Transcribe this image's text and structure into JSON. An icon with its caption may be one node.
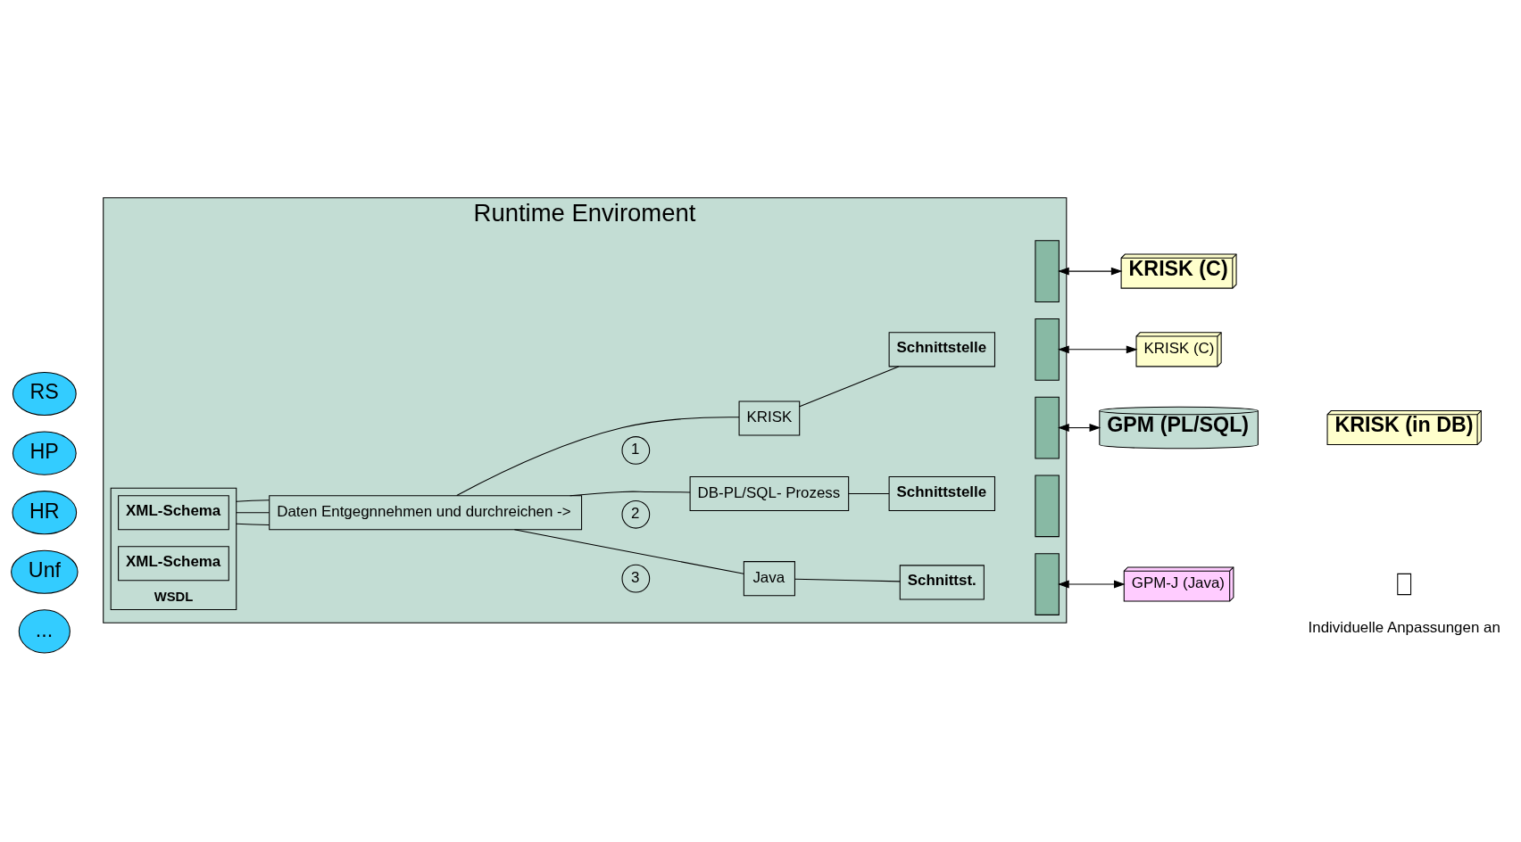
{
  "diagram": {
    "nodes": [
      {
        "text": [
          "Runtime Enviroment"
        ]
      },
      {
        "text": [
          "WSDL"
        ],
        "in": 0
      },
      {
        "text": [
          "XML-Schema"
        ],
        "in": 1
      },
      {
        "text": [
          "XML-Schema"
        ],
        "in": 1
      },
      {
        "text": [
          "RS"
        ]
      },
      {
        "text": [
          "HP"
        ]
      },
      {
        "text": [
          "HR"
        ]
      },
      {
        "text": [
          "Unf"
        ]
      },
      {
        "text": [
          "..."
        ]
      },
      {
        "text": [
          "Daten Entgegnnehmen und durchreichen ->"
        ],
        "in": 0
      },
      {
        "text": [
          "1"
        ],
        "in": 0
      },
      {
        "text": [
          "KRISK"
        ],
        "in": 0
      },
      {
        "text": [
          "2"
        ],
        "in": 0
      },
      {
        "text": [
          "DB-PL/SQL- Prozess"
        ],
        "in": 0
      },
      {
        "text": [
          "3"
        ],
        "in": 0
      },
      {
        "text": [
          "Java"
        ],
        "in": 0
      },
      {
        "text": [
          "Schnittstelle"
        ],
        "in": 0
      },
      {
        "text": [],
        "shape": "box",
        "in": 0
      },
      {
        "text": [],
        "shape": "box",
        "in": 0
      },
      {
        "text": [
          "Schnittstelle"
        ],
        "in": 0
      },
      {
        "text": [],
        "shape": "box",
        "in": 0
      },
      {
        "text": [],
        "shape": "box",
        "in": 0
      },
      {
        "text": [
          "Schnittst."
        ],
        "in": 0
      },
      {
        "text": [],
        "shape": "box",
        "in": 0
      },
      {
        "text": [
          "KRISK (C)"
        ]
      },
      {
        "text": [
          "KRISK (C)"
        ]
      },
      {
        "text": [
          "GPM (PL/SQL)"
        ]
      },
      {
        "text": [
          "KRISK (in DB)"
        ]
      },
      {
        "text": [
          "GPM-J (Java)"
        ]
      }
    ],
    "edges": [
      {
        "from": 1,
        "to": 9,
        "arrow": "none"
      },
      {
        "from": 1,
        "to": 9,
        "arrow": "none"
      },
      {
        "from": 1,
        "to": 9,
        "arrow": "none"
      },
      {
        "from": 9,
        "to": 11,
        "arrow": "none"
      },
      {
        "from": 9,
        "to": 13,
        "arrow": "none"
      },
      {
        "from": 9,
        "to": 15,
        "arrow": "none"
      },
      {
        "from": 11,
        "to": 16,
        "arrow": "none"
      },
      {
        "from": 13,
        "to": 19,
        "arrow": "none"
      },
      {
        "from": 15,
        "to": 22,
        "arrow": "none"
      },
      {
        "from": 17,
        "to": 24,
        "arrow": "both"
      },
      {
        "from": 18,
        "to": 25,
        "arrow": "both"
      },
      {
        "from": 20,
        "to": 26,
        "arrow": "both"
      },
      {
        "from": 23,
        "to": 28,
        "arrow": "both"
      }
    ],
    "legend": [
      {
        "text": "Individuelle Anpassungen an"
      }
    ]
  }
}
